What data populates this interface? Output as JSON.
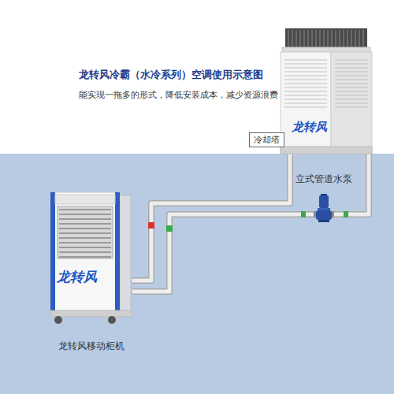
{
  "diagram": {
    "title": "龙转风冷霸（水冷系列）空调使用示意图",
    "nodes": [
      {
        "text": [
          "龙转风",
          "冷却塔"
        ]
      },
      {
        "text": [
          "立式管道水泵"
        ]
      },
      {
        "text": [
          "龙转风",
          "龙转风移动柜机"
        ]
      }
    ],
    "edges": [
      {
        "from": 2,
        "to": 0,
        "arrow": "none"
      },
      {
        "from": 2,
        "to": 1,
        "arrow": "none"
      },
      {
        "from": 1,
        "to": 0,
        "arrow": "none"
      }
    ],
    "labels": [
      "能实现一拖多的形式，降低安装成本，减少资源浪费"
    ]
  }
}
